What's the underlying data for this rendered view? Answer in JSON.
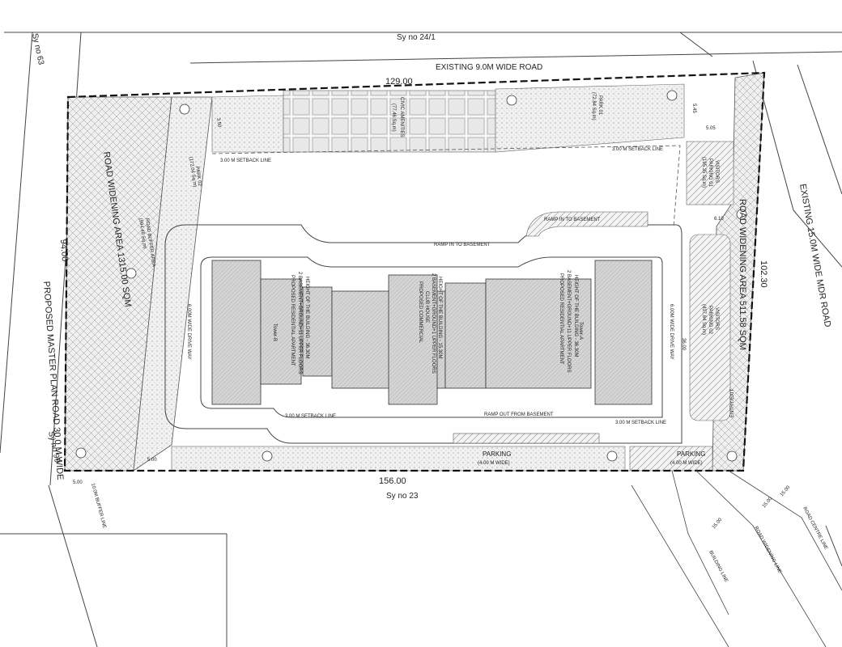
{
  "labels": {
    "sy_top": "Sy no 24/1",
    "sy_left_top": "Sy no 63",
    "sy_left_bottom": "Sy no 99",
    "sy_bottom": "Sy no 23",
    "road_top": "EXISTING 9.0M WIDE ROAD",
    "road_right": "EXISTING 15.0M WIDE MDR ROAD",
    "road_left": "PROPOSED MASTER PLAN ROAD 30.0 M WIDE",
    "widening_left": "ROAD WIDENING AREA 1315.00 SQM",
    "widening_right": "ROAD WIDENING AREA  511.58 SQM",
    "buffer_area": "ROAD BUFFER AREA",
    "buffer_area_size": "(594.48 Sq.m)",
    "park02": "PARK 02",
    "park02_size": "(172.04 Sq.m)",
    "park01": "PARK 01",
    "park01_size": "(72.84 Sq.m)",
    "civic": "CIVIC AMENITIES",
    "civic_size": "(77.46 Sq.m)",
    "visitors01": "VISITORS",
    "visitors01_b": "PARKING 01",
    "visitors01_size": "(195.35 Sq.m)",
    "visitors02": "VISITORS",
    "visitors02_b": "PARKING 02",
    "visitors02_size": "(437.84 Sq.m)",
    "ramp_in_top": "RAMP IN TO BASEMENT",
    "ramp_in_mid": "RAMP IN TO BASEMENT",
    "ramp_out": "RAMP OUT FROM BASEMENT",
    "setback_300": "3.00 M SETBACK LINE",
    "setback_mid": "3.00 M SETBACK LINE",
    "setback_right": "3.00 M SETBACK LINE",
    "drive_left": "6.00M WIDE DRIVE WAY",
    "drive_right": "6.00M WIDE DRIVE WAY",
    "parking": "PARKING",
    "parking_w": "(4.00 M WIDE)",
    "parking2": "PARKING",
    "parking2_w": "(4.00 M WIDE)",
    "tower_b": "Tower-B",
    "tower_a": "Tower-A",
    "res_title": "PROPOSED RESIDENTIAL APARTMENT",
    "res_floors": "2 BASEMENT+GROUND+11 UPPER FLOORS",
    "res_height": "HEIGHT OF THE BUILDING - 36.30M",
    "com_title": "PROPOSED COMMERCIAL",
    "com_sub": "CLUB HOUSE",
    "com_floors": "2 BASEMENT+GROUND+1 UPPER FLOORS",
    "com_height": "HEIGHT OF THE BUILDING - 15.30M",
    "entry": "ENTRY/EXIT",
    "road_centre": "ROAD CENTRE LINE",
    "road_widening_line": "ROAD WIDENING LINE",
    "building_line": "BUILDING LINE",
    "buffer_line": "10.0M BUFFER LINE"
  },
  "dims": {
    "top": "129.00",
    "bottom": "156.00",
    "left": "94.00",
    "right": "102.30",
    "d350": "3.50",
    "d545": "5.45",
    "d505": "5.05",
    "d610": "6.10",
    "d500": "5.00",
    "d500b": "5.00",
    "d3600": "36.00",
    "d1500a": "15.00",
    "d1500b": "15.00",
    "d1500c": "15.00"
  }
}
